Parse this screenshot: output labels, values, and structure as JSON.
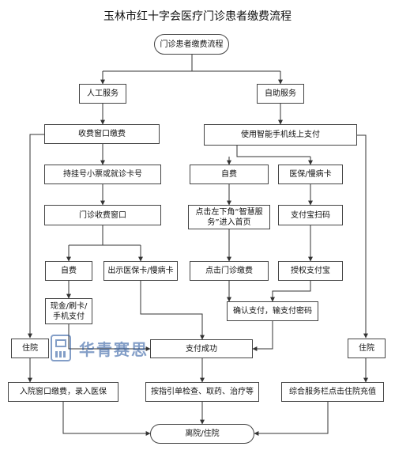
{
  "title": "玉林市红十字会医疗门诊患者缴费流程",
  "nodes": {
    "start": "门诊患者缴费流程",
    "manual": "人工服务",
    "self": "自助服务",
    "cashier": "收费窗口缴费",
    "phone_pay": "使用智能手机线上支付",
    "hold_card": "持挂号小票或就诊卡号",
    "self_pay": "自费",
    "insurance_card": "医保/慢病卡",
    "clinic_window": "门诊收费窗口",
    "smart_service": "点击左下角“智慧服务”进入首页",
    "alipay_scan": "支付宝扫码",
    "self_pay2": "自费",
    "show_card": "出示医保卡/慢病卡",
    "outpatient_pay": "点击门诊缴费",
    "auth_alipay": "授权支付宝",
    "cash": "现金/刷卡/手机支付",
    "confirm_pay": "确认支付，输支付密码",
    "hosp_left": "住院",
    "pay_success": "支付成功",
    "hosp_right": "住院",
    "admission": "入院窗口缴费，录入医保",
    "guide": "按指引单检查、取药、治疗等",
    "recharge": "综合服务栏点击住院充值",
    "end": "离院/住院"
  },
  "watermark": "华青赛思"
}
